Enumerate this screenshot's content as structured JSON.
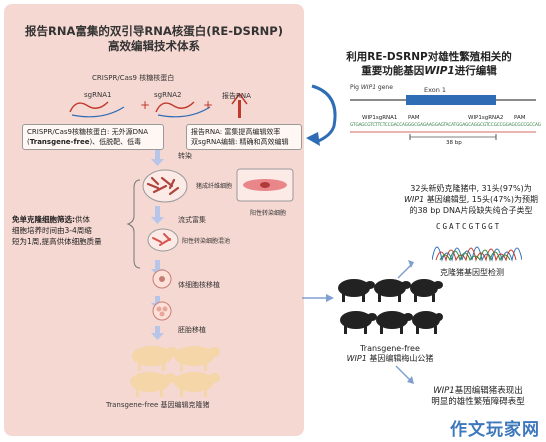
{
  "left": {
    "title_line1": "报告RNA富集的双引导RNA核蛋白(RE-DSRNP)",
    "title_line2": "高效编辑技术体系",
    "crispr_label": "CRISPR/Cas9 核糖核蛋白",
    "sgrna1": "sgRNA1",
    "sgrna2": "sgRNA2",
    "plus": "+",
    "reporter_rna": "报告RNA",
    "box_left_line1": "CRISPR/Cas9核糖核蛋白: 无外源DNA",
    "box_left_line2_a": "(",
    "box_left_line2_b": "Transgene-free",
    "box_left_line2_c": ")、低脱靶、低毒",
    "box_right_line1": "报告RNA: 富集提高编辑效率",
    "box_right_line2": "双sgRNA编辑: 精确和高效编辑",
    "step_transfect": "转染",
    "fibroblast_label": "猪成纤维细胞",
    "positive_cells": "阳性转染细胞",
    "flow_enrich": "流式富集",
    "positive_mix": "阳性转染细胞混池",
    "no_clone_title": "免单克隆细胞筛选:",
    "no_clone_text1": "供体",
    "no_clone_text2": "细胞培养时间由3-4周缩",
    "no_clone_text3": "短为1周,提高供体细胞质量",
    "scnt": "体细胞核移植",
    "embryo": "胚胎移植",
    "pigs_label": "Transgene-free 基因编辑克隆猪"
  },
  "right": {
    "title_line1": "利用RE-DSRNP对雄性繁殖相关的",
    "title_line2_a": "重要功能基因",
    "title_line2_b": "WIP1",
    "title_line2_c": "进行编辑",
    "gene_label_a": "Pig ",
    "gene_label_b": "WIP1",
    "gene_label_c": " gene",
    "exon": "Exon 1",
    "sg1": "WIP1sgRNA1",
    "pam1": "PAM",
    "sg2": "WIP1sgRNA2",
    "pam2": "PAM",
    "sequence": "GTGAGCGTCTTCTCCGACCAGGGCGAGAAGGAGTACAT",
    "sequence2": "GGAGCAGGCGTCCGCCGGAGCGCCGCCAG",
    "bp": "38 bp",
    "result_line1": "32头新奶克隆猪中, 31头(97%)为",
    "result_line2_a": "WIP1",
    "result_line2_b": " 基因编辑型, 15头(47%)为预期",
    "result_line3": "的38 bp DNA片段缺失纯合子类型",
    "seq_letters": "CGATCGTGGT",
    "genotype": "克隆猪基因型检测",
    "boars_line1": "Transgene-free",
    "boars_line2_a": "WIP1",
    "boars_line2_b": " 基因编辑梅山公猪",
    "pheno_line1_a": "WIP1",
    "pheno_line1_b": "基因编辑猪表现出",
    "pheno_line2": "明显的雄性繁殖障碍表型"
  },
  "watermark": "作文玩家网",
  "colors": {
    "panel": "#f6d8d2",
    "accent_red": "#c0392b",
    "arrow_blue": "#2e6db5",
    "pig_pink": "#f4d6a8",
    "boar_black": "#222222"
  }
}
